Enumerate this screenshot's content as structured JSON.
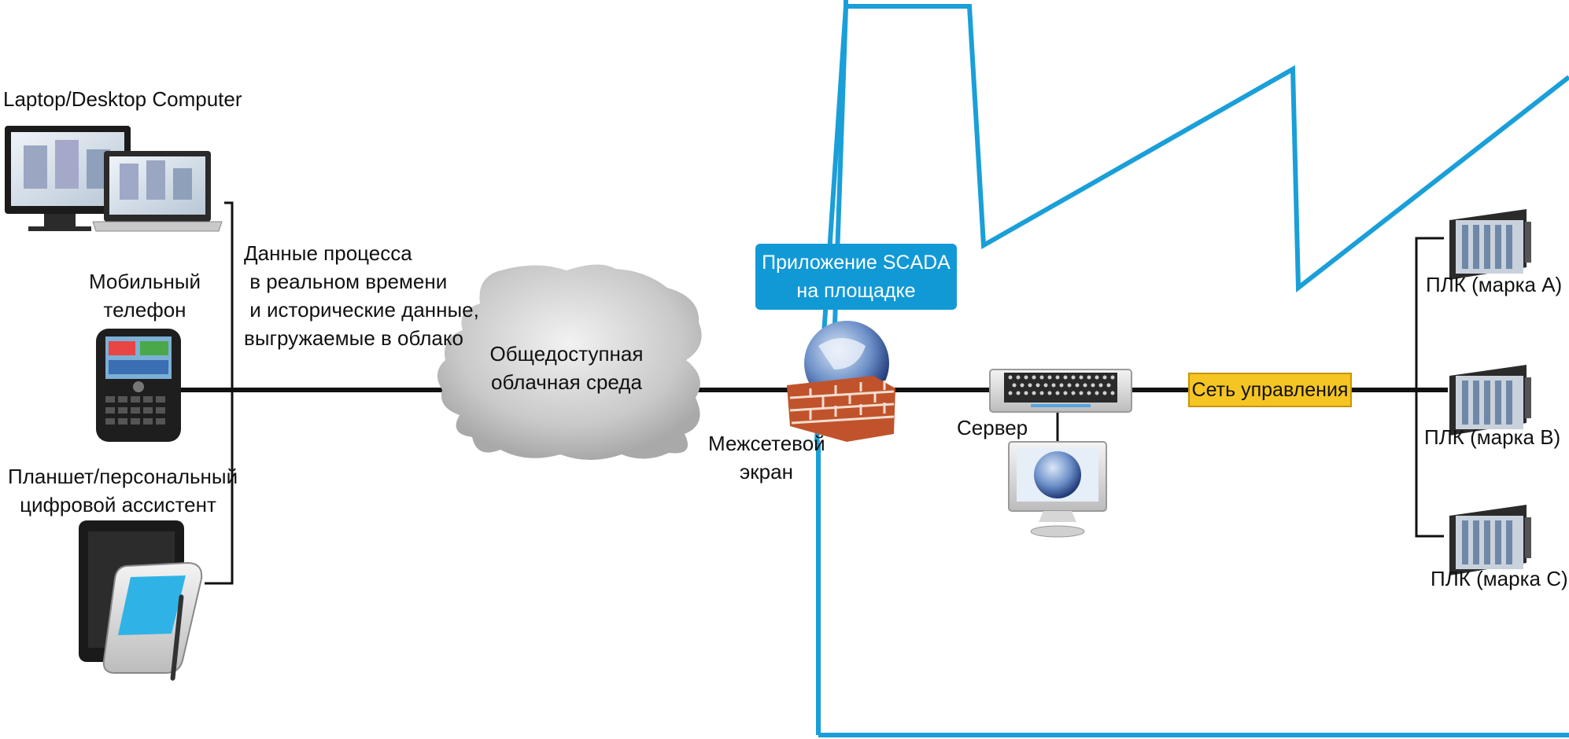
{
  "devices": {
    "laptop_label": "Laptop/Desktop Computer",
    "phone_label": "Мобильный\nтелефон",
    "tablet_label": "Планшет/персональный\nцифровой ассистент"
  },
  "cloud": {
    "upload_note": "Данные процесса\n в реальном времени\n и исторические данные,\nвыгружаемые в облако",
    "label": "Общедоступная\nоблачная среда"
  },
  "site": {
    "scada_label": "Приложение SCADA\nна площадке",
    "firewall_label": "Межсетевой\nэкран",
    "server_label": "Сервер",
    "control_network_label": "Сеть управления",
    "plc_labels": [
      "ПЛК (марка A)",
      "ПЛК (марка B)",
      "ПЛК (марка C)"
    ]
  },
  "colors": {
    "factory_outline": "#1a9fd8",
    "scada_box": "#1199d6",
    "control_network_box": "#f5c524",
    "line": "#111111"
  }
}
